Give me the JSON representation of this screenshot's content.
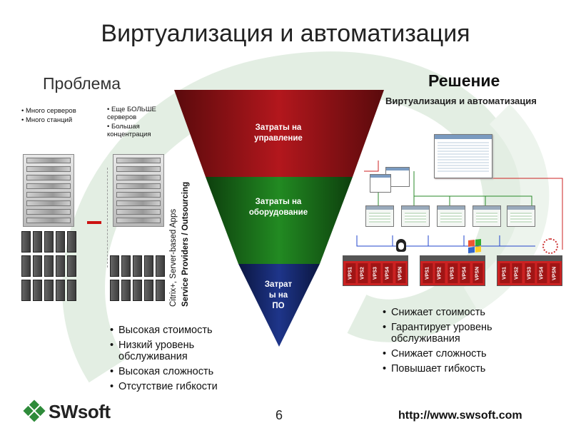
{
  "slide": {
    "title": "Виртуализация и автоматизация",
    "page_number": "6",
    "url": "http://www.swsoft.com",
    "logo_text": "SWsoft"
  },
  "problem": {
    "heading": "Проблема",
    "left_notes": [
      "Много серверов",
      "Много станций"
    ],
    "right_notes": [
      "Еще БОЛЬШЕ серверов",
      "Большая концентрация"
    ],
    "bullets": [
      "Высокая стоимость",
      "Низкий уровень обслуживания",
      "Высокая сложность",
      "Отсутствие гибкости"
    ]
  },
  "vertical_labels": {
    "line1": "Citrix+, Server-based Apps",
    "line2": "Service Providers / Outsourcing"
  },
  "pyramid": {
    "top": "Затраты на управление",
    "middle": "Затраты на оборудование",
    "bottom": "Затрат ы на ПО",
    "colors": {
      "top": "#a0141a",
      "middle": "#1e7a1e",
      "bottom": "#1a2e7a"
    }
  },
  "solution": {
    "heading": "Решение",
    "subheading": "Виртуализация и автоматизация",
    "vps_labels": [
      "VPS1",
      "VPS2",
      "VPS3",
      "VPS4",
      "VPSN"
    ],
    "bullets": [
      "Снижает стоимость",
      "Гарантирует уровень обслуживания",
      "Снижает сложность",
      "Повышает гибкость"
    ]
  }
}
